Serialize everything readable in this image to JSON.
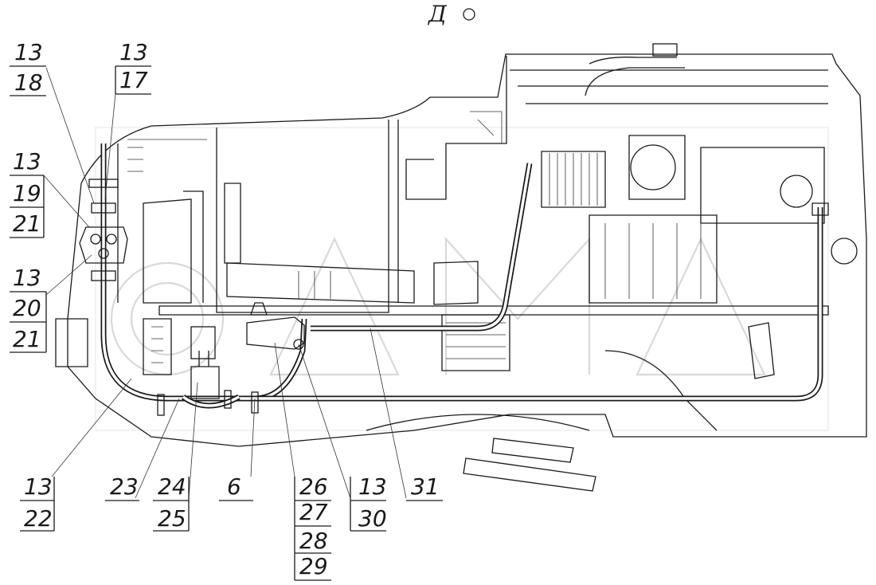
{
  "view_label": "Д",
  "callouts": [
    {
      "id": "c-13-18",
      "top": "13",
      "bottom": "18"
    },
    {
      "id": "c-13-17",
      "top": "13",
      "bottom": "17"
    },
    {
      "id": "c-13-19-21",
      "top": "13",
      "middle": "19",
      "bottom": "21"
    },
    {
      "id": "c-13-20-21",
      "top": "13",
      "middle": "20",
      "bottom": "21"
    },
    {
      "id": "c-13-22",
      "top": "13",
      "bottom": "22"
    },
    {
      "id": "c-23",
      "top": "23"
    },
    {
      "id": "c-24-25",
      "top": "24",
      "bottom": "25"
    },
    {
      "id": "c-6",
      "top": "6"
    },
    {
      "id": "c-26-29",
      "top": "26",
      "line2": "27",
      "line3": "28",
      "bottom": "29"
    },
    {
      "id": "c-13-30",
      "top": "13",
      "bottom": "30"
    },
    {
      "id": "c-31",
      "top": "31"
    }
  ]
}
